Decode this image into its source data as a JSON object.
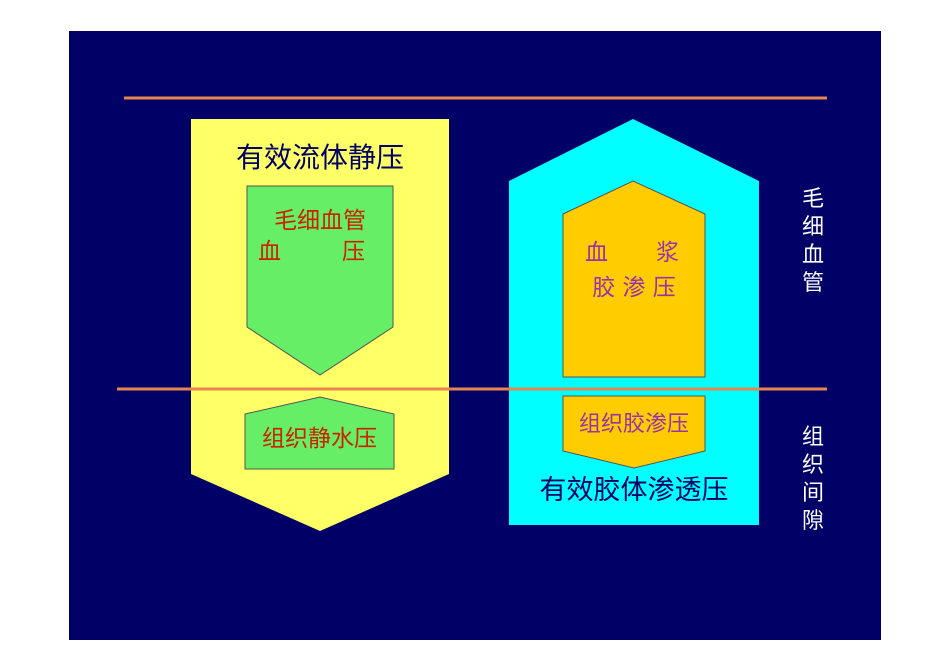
{
  "diagram": {
    "left_column": {
      "outer_label": "有效流体静压",
      "capillary_box": {
        "line1": "毛细血管",
        "line2_a": "血",
        "line2_b": "压"
      },
      "interstitial_box": "组织静水压"
    },
    "right_column": {
      "outer_label": "有效胶体渗透压",
      "capillary_box": {
        "line1_a": "血",
        "line1_b": "浆",
        "line2": "胶 渗 压"
      },
      "interstitial_box": "组织胶渗压"
    },
    "side_labels": {
      "capillary": "毛细血管",
      "interstitial": "组织间隙"
    }
  },
  "colors": {
    "background": "#000066",
    "divider": "#E8844E",
    "yellow": "#FFFF66",
    "green": "#66EE66",
    "cyan": "#00FFFF",
    "orange": "#FFCC00",
    "red_text": "#CC2200",
    "purple_text": "#9933AA",
    "dark_text": "#000066"
  }
}
